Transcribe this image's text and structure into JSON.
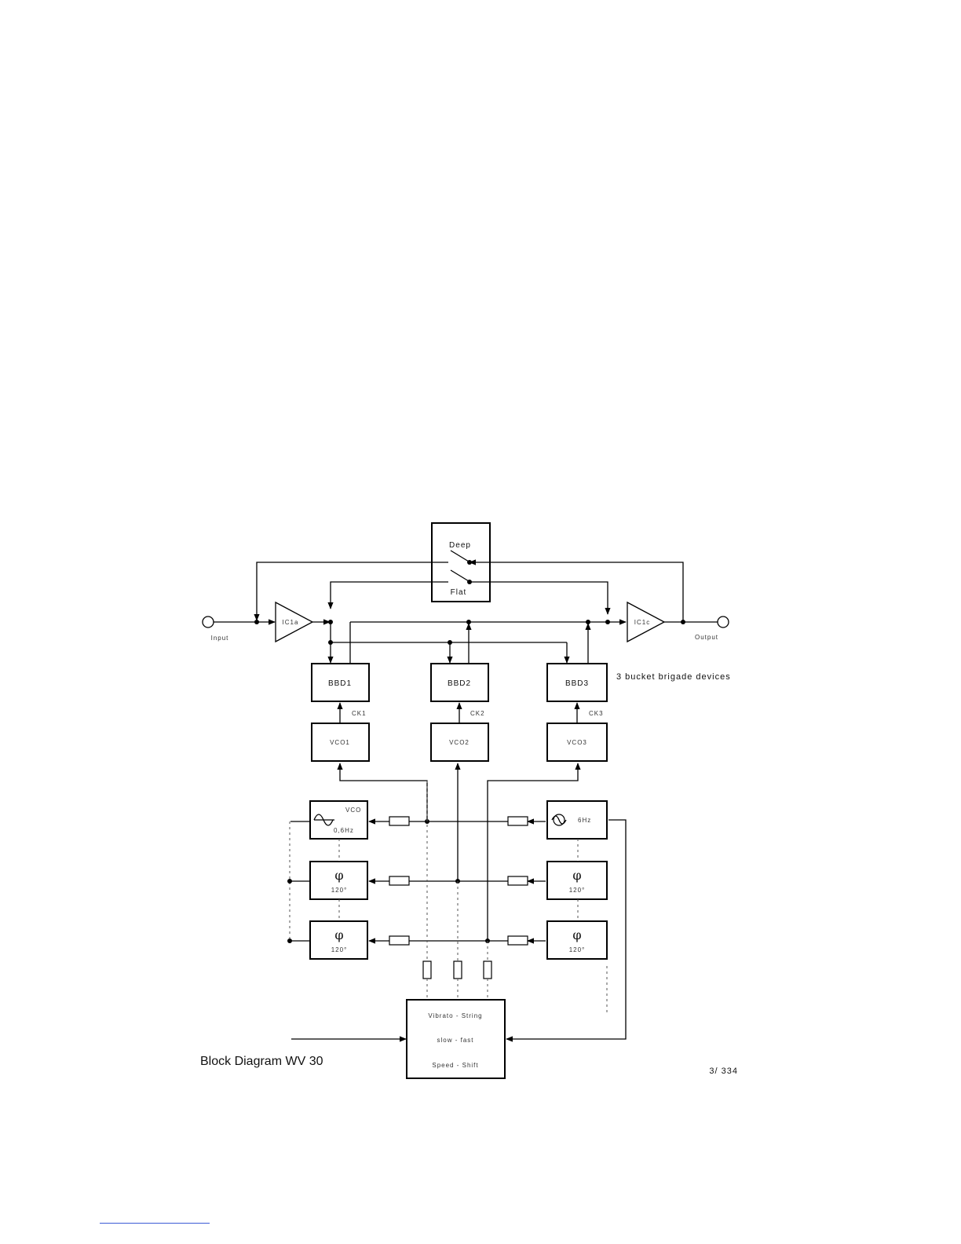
{
  "diagram": {
    "title": "Block Diagram WV 30",
    "page_ref": "3/ 334",
    "note_bbd": "3 bucket brigade devices",
    "switch": {
      "deep": "Deep",
      "flat": "Flat"
    },
    "io": {
      "input": "Input",
      "output": "Output"
    },
    "amps": {
      "in": "IC1a",
      "out": "IC1c"
    },
    "bbd": [
      "BBD1",
      "BBD2",
      "BBD3"
    ],
    "clocks": [
      "CK1",
      "CK2",
      "CK3"
    ],
    "vco": [
      "VCO1",
      "VCO2",
      "VCO3"
    ],
    "lfo_left": {
      "top": "VCO",
      "bottom": "0,6Hz"
    },
    "lfo_right": "6Hz",
    "phase": {
      "symbol": "φ",
      "angle": "120°"
    },
    "control": {
      "line1": "Vibrato - String",
      "line2": "slow - fast",
      "line3": "Speed - Shift"
    }
  }
}
